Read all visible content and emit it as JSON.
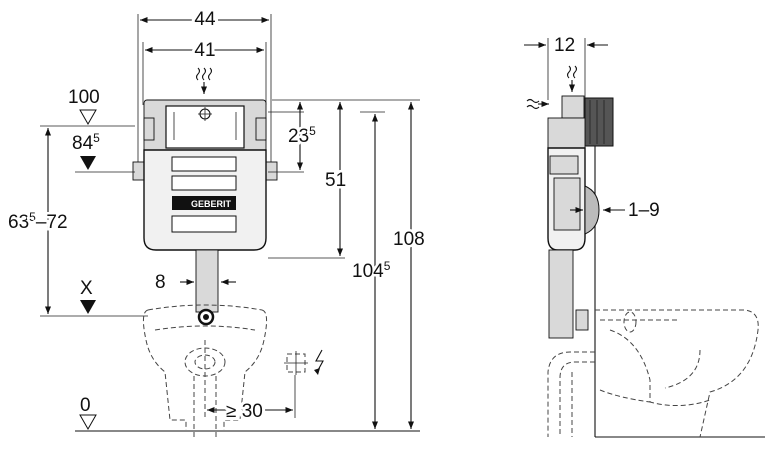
{
  "front_view": {
    "dim_width_outer": "44",
    "dim_width_inner": "41",
    "dim_outlet_width": "8",
    "dim_offset": "≥ 30",
    "dim_top_offset": "23",
    "dim_top_offset_sup": "5",
    "dim_cistern_height": "51",
    "dim_total_height_a": "104",
    "dim_total_height_a_sup": "5",
    "dim_total_height_b": "108",
    "level_top": "100",
    "level_cistern": "84",
    "level_cistern_sup": "5",
    "level_range_a": "63",
    "level_range_a_sup": "5",
    "level_range_b": "–72",
    "level_x": "X",
    "level_zero": "0",
    "brand_text": "GEBERIT"
  },
  "side_view": {
    "dim_depth": "12",
    "dim_adjust": "1–9"
  }
}
